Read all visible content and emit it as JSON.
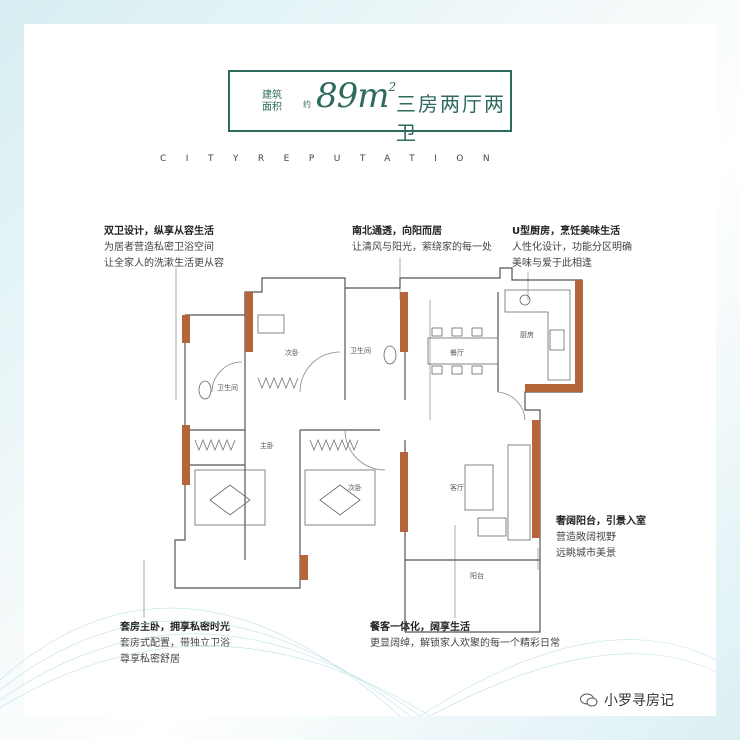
{
  "title_box": {
    "label_line1": "建筑",
    "label_line2": "面积",
    "unit_note": "约",
    "area": "89m",
    "area_sup": "2",
    "layout_type": "三房两厅两卫"
  },
  "subtitle": "CITYREPUTATION",
  "notes": [
    {
      "heading": "双卫设计，纵享从容生活",
      "line1": "为居者营造私密卫浴空间",
      "line2": "让全家人的洗漱生活更从容"
    },
    {
      "heading": "南北通透，向阳而居",
      "line1": "让清风与阳光，萦绕家的每一处",
      "line2": ""
    },
    {
      "heading": "U型厨房，烹饪美味生活",
      "line1": "人性化设计，功能分区明确",
      "line2": "美味与爱于此相逢"
    },
    {
      "heading": "奢阔阳台，引景入室",
      "line1": "营造敞阔视野",
      "line2": "远眺城市美景"
    },
    {
      "heading": "套房主卧，拥享私密时光",
      "line1": "套房式配置，带独立卫浴",
      "line2": "尊享私密舒居"
    },
    {
      "heading": "餐客一体化，阔享生活",
      "line1": "更显阔绰，解锁家人欢聚的每一个精彩日常",
      "line2": ""
    }
  ],
  "rooms": {
    "bath_master": "卫生间",
    "study": "次卧",
    "bath_public": "卫生间",
    "dining": "餐厅",
    "kitchen": "厨房",
    "master_bed": "主卧",
    "second_bed": "次卧",
    "living": "客厅",
    "balcony": "阳台"
  },
  "watermark": "小罗寻房记",
  "colors": {
    "accent": "#2f6a5f",
    "wall": "#b5653a"
  }
}
